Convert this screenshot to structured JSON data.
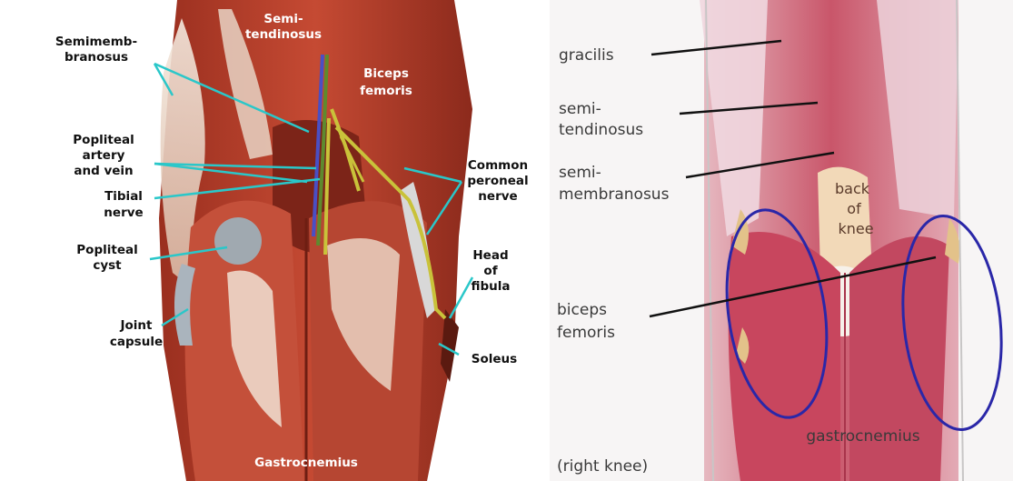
{
  "left_diagram": {
    "labels": {
      "semitendinosus": [
        "Semi-",
        "tendinosus"
      ],
      "semimembranosus": [
        "Semimemb-",
        "branosus"
      ],
      "biceps_femoris": [
        "Biceps",
        "femoris"
      ],
      "popliteal_artery_vein": [
        "Popliteal",
        "artery",
        "and vein"
      ],
      "tibial_nerve": [
        "Tibial",
        "nerve"
      ],
      "common_peroneal_nerve": [
        "Common",
        "peroneal",
        "nerve"
      ],
      "popliteal_cyst": [
        "Popliteal",
        "cyst"
      ],
      "head_of_fibula": [
        "Head",
        "of",
        "fibula"
      ],
      "joint_capsule": [
        "Joint",
        "capsule"
      ],
      "soleus": [
        "Soleus"
      ],
      "gastrocnemius": [
        "Gastrocnemius"
      ]
    },
    "colors": {
      "leader": "#2ac7c9",
      "muscle": "#b8412e",
      "tendon": "#efe3d6",
      "nerve": "#c9c23a",
      "vessel": "#4a4fc4"
    }
  },
  "right_diagram": {
    "labels": {
      "gracilis": [
        "gracilis"
      ],
      "semitendinosus": [
        "semi-",
        "tendinosus"
      ],
      "semimembranosus": [
        "semi-",
        "membranosus"
      ],
      "back_of_knee": [
        "back",
        "of",
        "knee"
      ],
      "biceps_femoris": [
        "biceps",
        "femoris"
      ],
      "gastrocnemius": [
        "gastrocnemius"
      ],
      "right_knee": [
        "(right knee)"
      ]
    },
    "colors": {
      "circle": "#2a27a8",
      "leader": "#111111",
      "muscle": "#c9566a"
    }
  }
}
